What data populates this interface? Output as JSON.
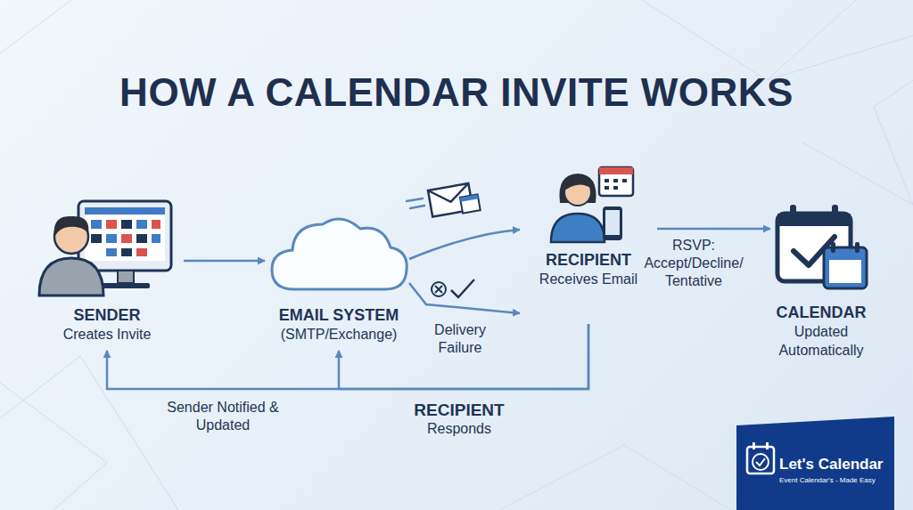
{
  "diagram": {
    "title": "HOW A CALENDAR INVITE WORKS",
    "nodes": [
      {
        "text": [
          "SENDER",
          "Creates Invite"
        ]
      },
      {
        "text": [
          "EMAIL SYSTEM",
          "(SMTP/Exchange)"
        ]
      },
      {
        "text": [
          "RECIPIENT",
          "Receives Email"
        ]
      },
      {
        "text": [
          "CALENDAR",
          "Updated Automatically"
        ]
      }
    ],
    "edges": [
      {
        "from": 0,
        "to": 1,
        "arrow": "to"
      },
      {
        "from": 1,
        "to": 2,
        "arrow": "to"
      },
      {
        "from": 1,
        "to": 2,
        "label": "Delivery Failure",
        "arrow": "to"
      },
      {
        "from": 2,
        "to": 3,
        "label": "RSVP: Accept/Decline/ Tentative",
        "arrow": "to"
      },
      {
        "from": 2,
        "to": 0,
        "arrow": "to"
      },
      {
        "from": 2,
        "to": 1,
        "arrow": "to"
      }
    ],
    "labels": [
      "Sender Notified & Updated",
      "RECIPIENT",
      "Responds",
      "Let's Calendar",
      "Event Calendar's - Made Easy"
    ]
  }
}
